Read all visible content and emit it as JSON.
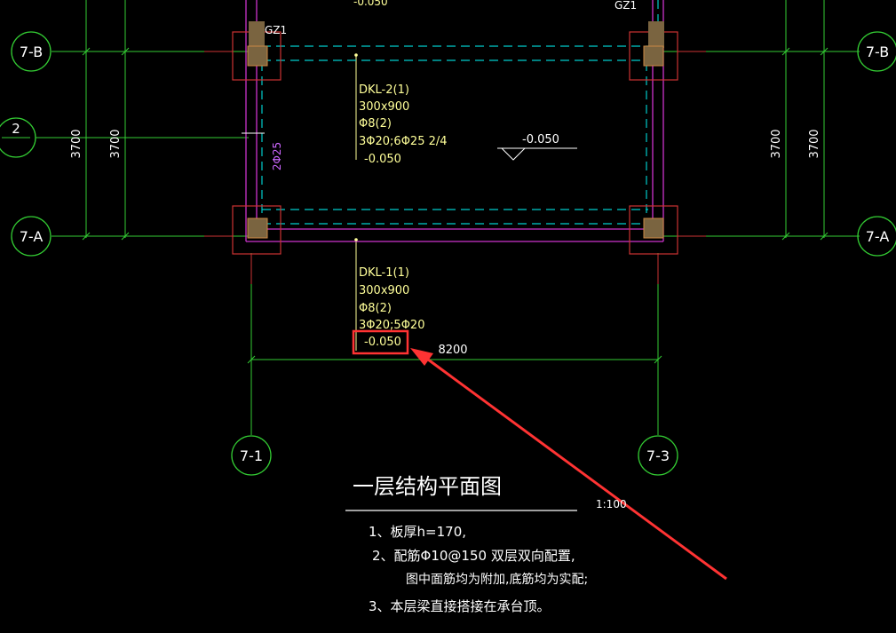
{
  "axes": {
    "row_7b": "7-B",
    "row_2": "2",
    "row_7a": "7-A",
    "col_71": "7-1",
    "col_73": "7-3"
  },
  "dims": {
    "left_outer": "3700",
    "left_inner": "3700",
    "right_inner": "3700",
    "right_outer": "3700",
    "span": "8200"
  },
  "labels": {
    "gz_left": "GZ1",
    "gz_right": "GZ1",
    "top_cut": "-0.050",
    "side_rebar": "2Φ25"
  },
  "beam2": {
    "name": "DKL-2(1)",
    "size": "300x900",
    "stirrup": "Φ8(2)",
    "rebar": "3Φ20;6Φ25 2/4",
    "level": "-0.050"
  },
  "beam1": {
    "name": "DKL-1(1)",
    "size": "300x900",
    "stirrup": "Φ8(2)",
    "rebar": "3Φ20;5Φ20",
    "level": "-0.050"
  },
  "slab_level": "-0.050",
  "title_block": {
    "title": "一层结构平面图",
    "scale": "1:100",
    "notes": [
      "1、板厚h=170,",
      "2、配筋Φ10@150 双层双向配置,",
      "图中面筋均为附加,底筋均为实配;",
      "3、本层梁直接搭接在承台顶。"
    ]
  },
  "colors": {
    "axis_line": "#33cc33",
    "beam_dashed": "#00cccc",
    "slab_edge": "#cc33cc",
    "column_frame": "#cc3333",
    "column_fill": "#7a6440",
    "annotation": "#ff3333",
    "text_beam": "#ffff99"
  }
}
